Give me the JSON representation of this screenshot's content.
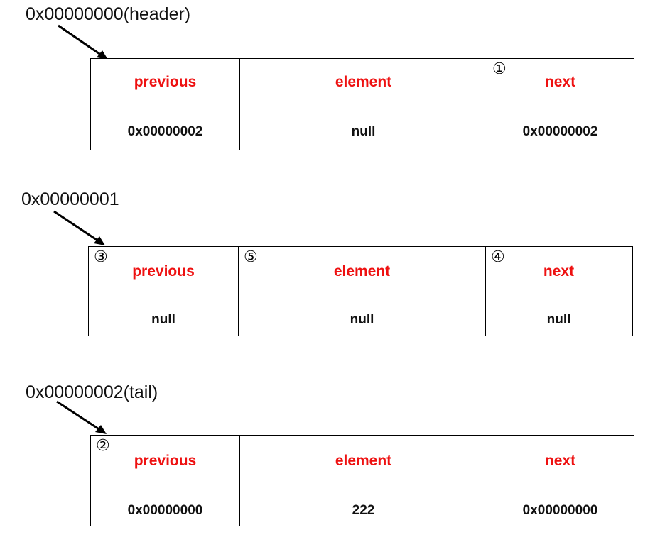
{
  "nodes": [
    {
      "address_label": "0x00000000(header)",
      "cells": [
        {
          "name": "previous",
          "value": "0x00000002",
          "step": ""
        },
        {
          "name": "element",
          "value": "null",
          "step": ""
        },
        {
          "name": "next",
          "value": "0x00000002",
          "step": "①"
        }
      ]
    },
    {
      "address_label": "0x00000001",
      "cells": [
        {
          "name": "previous",
          "value": "null",
          "step": "③"
        },
        {
          "name": "element",
          "value": "null",
          "step": "⑤"
        },
        {
          "name": "next",
          "value": "null",
          "step": "④"
        }
      ]
    },
    {
      "address_label": "0x00000002(tail)",
      "cells": [
        {
          "name": "previous",
          "value": "0x00000000",
          "step": "②"
        },
        {
          "name": "element",
          "value": "222",
          "step": ""
        },
        {
          "name": "next",
          "value": "0x00000000",
          "step": ""
        }
      ]
    }
  ]
}
